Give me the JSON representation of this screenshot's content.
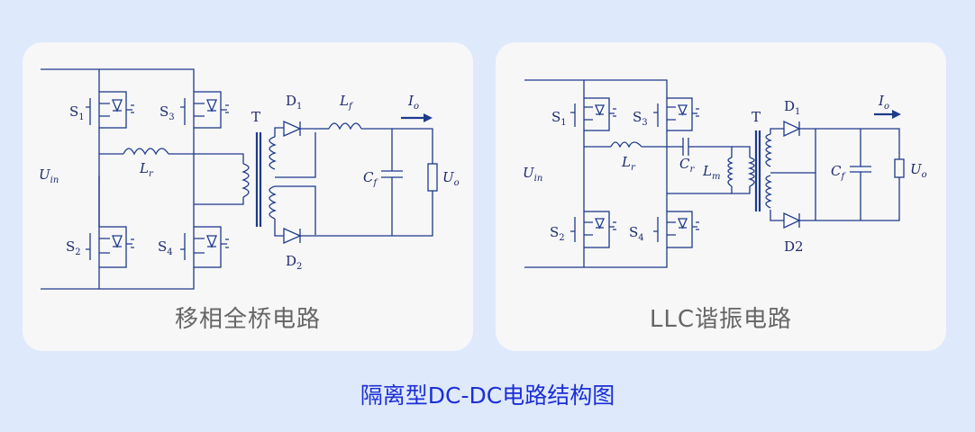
{
  "left_panel": {
    "caption": "移相全桥电路",
    "labels": {
      "s1": "S",
      "s1_sub": "1",
      "s2": "S",
      "s2_sub": "2",
      "s3": "S",
      "s3_sub": "3",
      "s4": "S",
      "s4_sub": "4",
      "lr": "L",
      "lr_sub": "r",
      "uin": "U",
      "uin_sub": "in",
      "t": "T",
      "d1": "D",
      "d1_sub": "1",
      "d2": "D",
      "d2_sub": "2",
      "lf": "L",
      "lf_sub": "f",
      "cf": "C",
      "cf_sub": "f",
      "io": "I",
      "io_sub": "o",
      "uo": "U",
      "uo_sub": "o"
    }
  },
  "right_panel": {
    "caption": "LLC谐振电路",
    "labels": {
      "s1": "S",
      "s1_sub": "1",
      "s2": "S",
      "s2_sub": "2",
      "s3": "S",
      "s3_sub": "3",
      "s4": "S",
      "s4_sub": "4",
      "lr": "L",
      "lr_sub": "r",
      "cr": "C",
      "cr_sub": "r",
      "lm": "L",
      "lm_sub": "m",
      "uin": "U",
      "uin_sub": "in",
      "t": "T",
      "d1": "D",
      "d1_sub": "1",
      "d2": "D2",
      "cf": "C",
      "cf_sub": "f",
      "io": "I",
      "io_sub": "o",
      "uo": "U",
      "uo_sub": "o"
    }
  },
  "footer": {
    "title": "隔离型DC-DC电路结构图"
  },
  "colors": {
    "background": "#dfe9fc",
    "panel": "#f7f7f8",
    "wire": "#1e3a8a",
    "title": "#1b2fd6",
    "caption": "#666666"
  }
}
